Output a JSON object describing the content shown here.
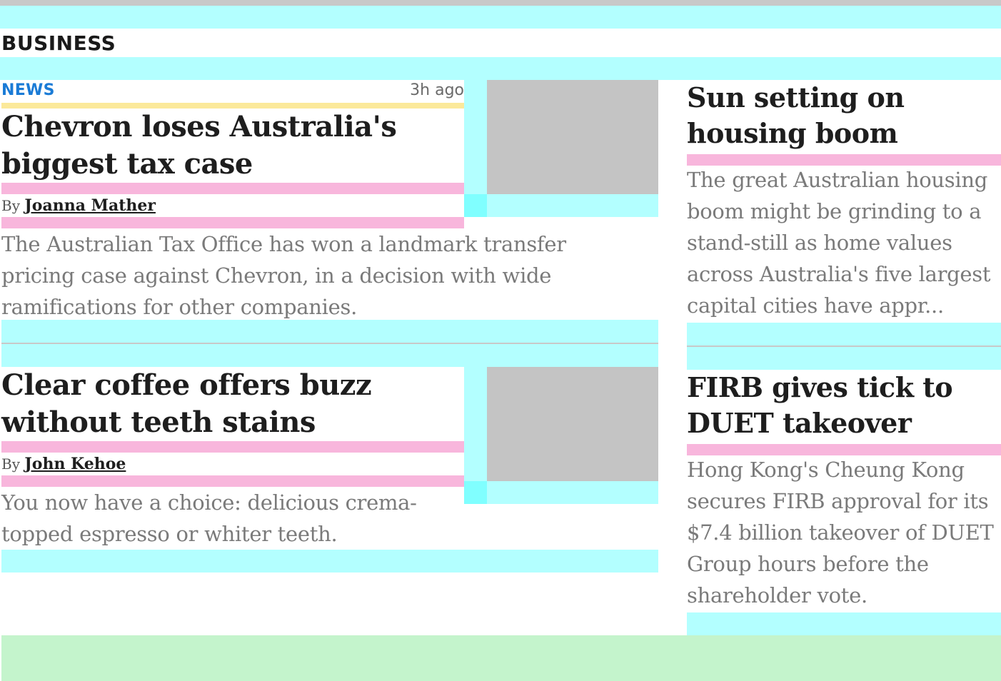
{
  "section": {
    "title": "BUSINESS"
  },
  "stories": [
    {
      "kicker": "NEWS",
      "timestamp": "3h ago",
      "headline": "Chevron loses Australia's biggest tax case",
      "byline_prefix": "By",
      "author": "Joanna Mather",
      "summary": "The Australian Tax Office has won a landmark transfer pricing case against Chevron, in a decision with wide ramifications for other companies."
    },
    {
      "headline": "Clear coffee offers buzz without teeth stains",
      "byline_prefix": "By",
      "author": "John Kehoe",
      "summary": "You now have a choice: delicious crema-topped espresso or whiter teeth."
    },
    {
      "headline": "Sun setting on housing boom",
      "summary": "The great Australian housing boom might be grinding to a stand-still as home values across Australia's five largest capital cities have appr..."
    },
    {
      "headline": "FIRB gives tick to DUET takeover",
      "summary": "Hong Kong's Cheung Kong secures FIRB approval for its $7.4 billion takeover of DUET Group hours before the shareholder vote."
    }
  ],
  "colors": {
    "kicker": "#1a7bd6",
    "headline": "#1e1e1e",
    "summary": "#7a7a7a",
    "spacer_cyan": "#b3ffff",
    "spacer_pink": "#f8b6dc",
    "spacer_yellow": "#fbe99a",
    "footer_green": "#c4f4cc",
    "image_placeholder": "#c4c4c4"
  }
}
